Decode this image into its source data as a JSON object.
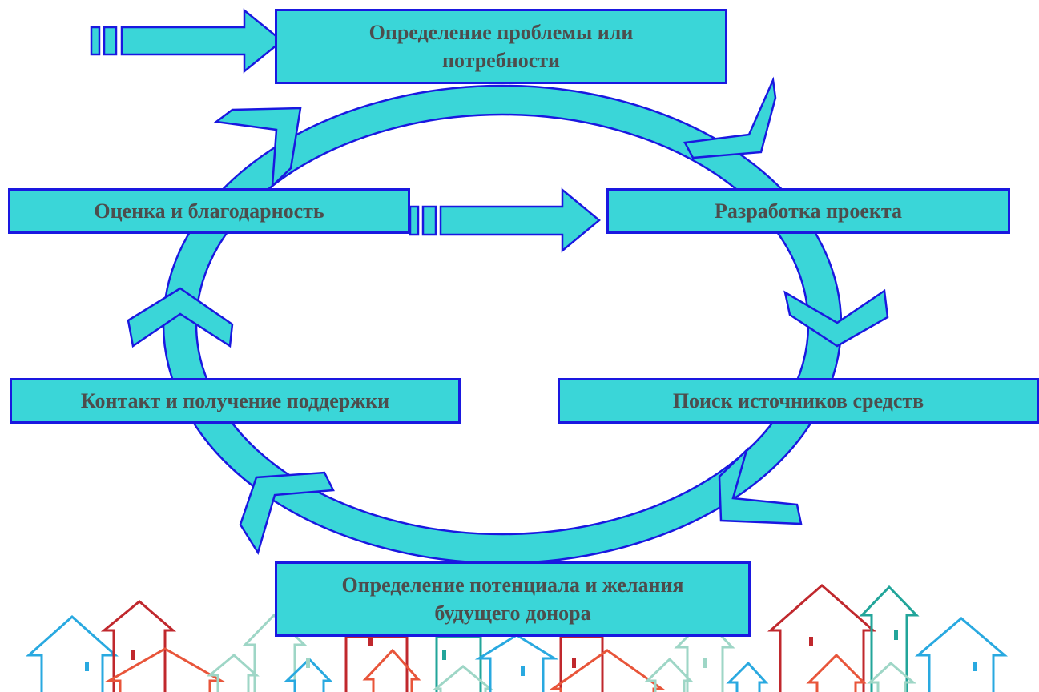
{
  "diagram": {
    "stages": {
      "top": [
        "Определение проблемы или",
        "потребности"
      ],
      "right": "Разработка проекта",
      "bottom_right": "Поиск источников средств",
      "bottom": [
        "Определение потенциала и желания",
        "будущего донора"
      ],
      "bottom_left": "Контакт и получение поддержки",
      "left": "Оценка и благодарность"
    },
    "colors": {
      "fill": "#3ad6d8",
      "stroke": "#1a18e0",
      "text": "#4d4d4d",
      "house_blue": "#29a9e0",
      "house_red": "#c0282d",
      "house_orange": "#e8553a",
      "house_mint": "#9ed6c6",
      "house_teal": "#22a59a"
    },
    "decoration": "row-of-outlined-houses"
  }
}
